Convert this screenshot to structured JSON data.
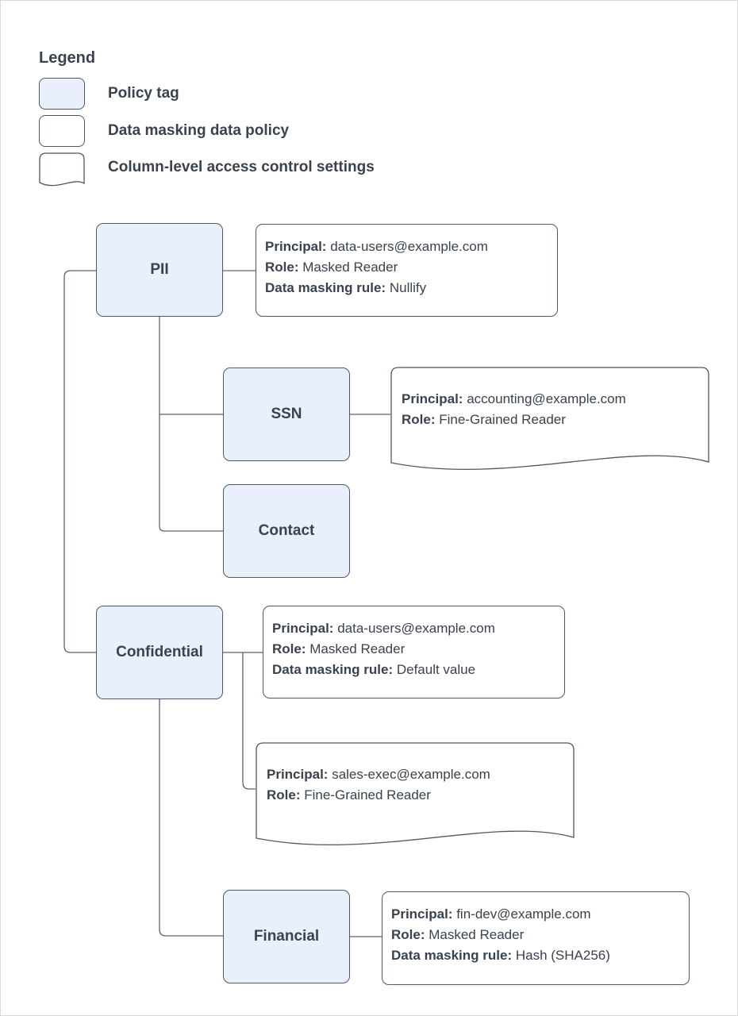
{
  "colors": {
    "tag_fill": "#e9f0fb",
    "shape_border": "#4d5767",
    "text": "#39424e",
    "line": "#5a6370",
    "bg": "#ffffff"
  },
  "legend": {
    "title": "Legend",
    "items": [
      {
        "shape": "policy-tag",
        "label": "Policy tag"
      },
      {
        "shape": "data-masking-data-policy",
        "label": "Data masking data policy"
      },
      {
        "shape": "column-level-access-control",
        "label": "Column-level access control settings"
      }
    ]
  },
  "nodes": {
    "pii": {
      "label": "PII"
    },
    "ssn": {
      "label": "SSN"
    },
    "contact": {
      "label": "Contact"
    },
    "confidential": {
      "label": "Confidential"
    },
    "financial": {
      "label": "Financial"
    }
  },
  "boxes": {
    "pii_policy": {
      "lines": [
        {
          "label": "Principal:",
          "value": "data-users@example.com"
        },
        {
          "label": "Role:",
          "value": "Masked Reader"
        },
        {
          "label": "Data masking rule:",
          "value": "Nullify"
        }
      ]
    },
    "ssn_access": {
      "lines": [
        {
          "label": "Principal:",
          "value": "accounting@example.com"
        },
        {
          "label": "Role:",
          "value": "Fine-Grained Reader"
        }
      ]
    },
    "confidential_policy": {
      "lines": [
        {
          "label": "Principal:",
          "value": "data-users@example.com"
        },
        {
          "label": "Role:",
          "value": "Masked Reader"
        },
        {
          "label": "Data masking rule:",
          "value": "Default value"
        }
      ]
    },
    "confidential_access": {
      "lines": [
        {
          "label": "Principal:",
          "value": "sales-exec@example.com"
        },
        {
          "label": "Role:",
          "value": "Fine-Grained Reader"
        }
      ]
    },
    "financial_policy": {
      "lines": [
        {
          "label": "Principal:",
          "value": "fin-dev@example.com"
        },
        {
          "label": "Role:",
          "value": "Masked Reader"
        },
        {
          "label": "Data masking rule:",
          "value": "Hash (SHA256)"
        }
      ]
    }
  }
}
